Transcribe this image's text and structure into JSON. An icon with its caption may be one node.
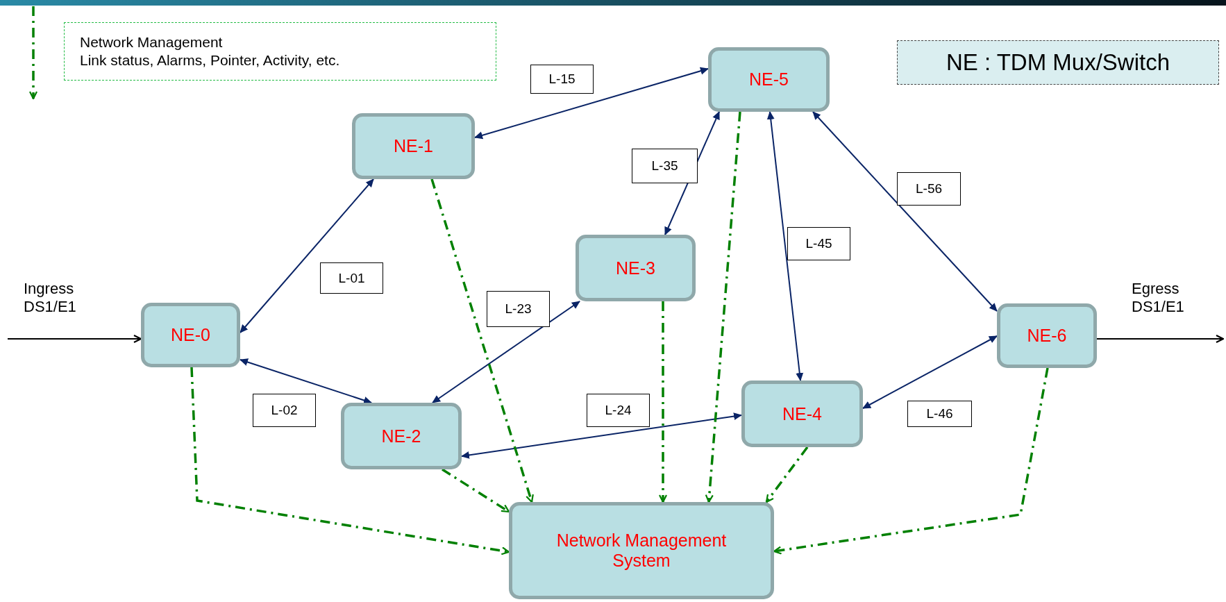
{
  "diagram": {
    "nodes": [
      {
        "text": [
          "NE-0"
        ]
      },
      {
        "text": [
          "NE-1"
        ]
      },
      {
        "text": [
          "NE-2"
        ]
      },
      {
        "text": [
          "NE-3"
        ]
      },
      {
        "text": [
          "NE-4"
        ]
      },
      {
        "text": [
          "NE-5"
        ]
      },
      {
        "text": [
          "NE-6"
        ]
      },
      {
        "text": [
          "Network Management System"
        ]
      },
      {
        "text": [
          "Network Management",
          "Link status, Alarms, Pointer, Activity, etc."
        ]
      },
      {
        "text": [
          "NE : TDM Mux/Switch"
        ]
      }
    ],
    "edges": [
      {
        "from": 0,
        "to": 1,
        "arrow": "both",
        "label": "L-01"
      },
      {
        "from": 0,
        "to": 2,
        "arrow": "both",
        "label": "L-02"
      },
      {
        "from": 1,
        "to": 5,
        "arrow": "both",
        "label": "L-15"
      },
      {
        "from": 2,
        "to": 3,
        "arrow": "both",
        "label": "L-23"
      },
      {
        "from": 2,
        "to": 4,
        "arrow": "both",
        "label": "L-24"
      },
      {
        "from": 3,
        "to": 5,
        "arrow": "both",
        "label": "L-35"
      },
      {
        "from": 4,
        "to": 5,
        "arrow": "both",
        "label": "L-45"
      },
      {
        "from": 5,
        "to": 6,
        "arrow": "both",
        "label": "L-56"
      },
      {
        "from": 4,
        "to": 6,
        "arrow": "both",
        "label": "L-46"
      },
      {
        "from": 0,
        "to": 7,
        "arrow": "to",
        "style": "dashed",
        "color": "#008000"
      },
      {
        "from": 1,
        "to": 7,
        "arrow": "to",
        "style": "dashed",
        "color": "#008000"
      },
      {
        "from": 2,
        "to": 7,
        "arrow": "to",
        "style": "dashed",
        "color": "#008000"
      },
      {
        "from": 3,
        "to": 7,
        "arrow": "to",
        "style": "dashed",
        "color": "#008000"
      },
      {
        "from": 4,
        "to": 7,
        "arrow": "to",
        "style": "dashed",
        "color": "#008000"
      },
      {
        "from": 5,
        "to": 7,
        "arrow": "to",
        "style": "dashed",
        "color": "#008000"
      },
      {
        "from": 6,
        "to": 7,
        "arrow": "to",
        "style": "dashed",
        "color": "#008000"
      },
      {
        "from": null,
        "to": 0,
        "arrow": "to",
        "label": "Ingress DS1/E1",
        "color": "#000000"
      },
      {
        "from": 6,
        "to": null,
        "arrow": "to",
        "label": "Egress DS1/E1",
        "color": "#000000"
      }
    ]
  }
}
